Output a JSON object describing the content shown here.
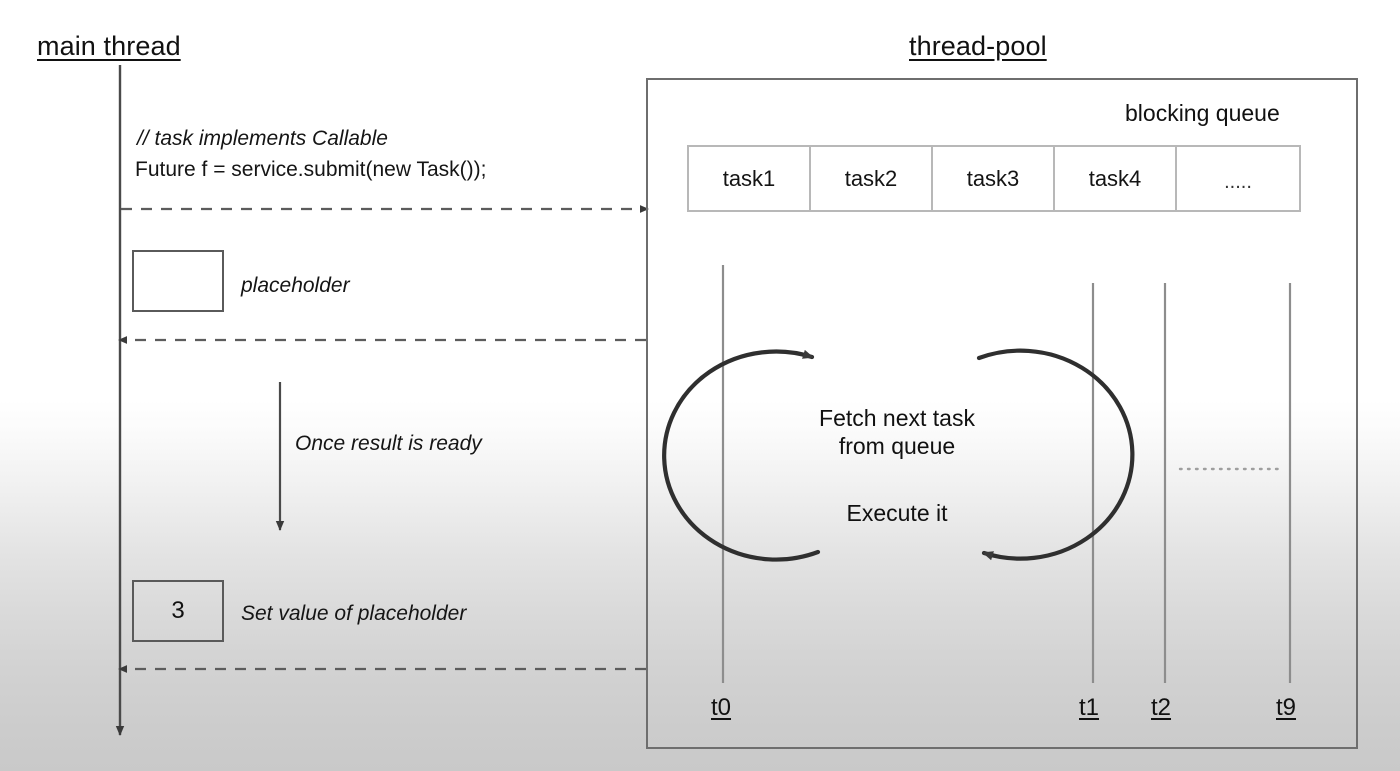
{
  "diagram": {
    "title_left": "main thread",
    "title_right": "thread-pool",
    "main_thread": {
      "code_comment": "// task implements Callable",
      "code_statement": "Future f =  service.submit(new Task());",
      "placeholder_note": "placeholder",
      "placeholder_value": "",
      "once_ready_note": "Once result is ready",
      "result_value": "3",
      "set_value_note": "Set value of placeholder"
    },
    "thread_pool": {
      "queue_label": "blocking queue",
      "queue_cells": [
        "task1",
        "task2",
        "task3",
        "task4",
        "....."
      ],
      "loop_line1": "Fetch next task",
      "loop_line2": "from queue",
      "loop_line3": "Execute it",
      "threads": [
        "t0",
        "t1",
        "t2",
        "t9"
      ]
    }
  },
  "colors": {
    "stroke_dark": "#3a3a3a",
    "stroke_mid": "#5a5a5a",
    "stroke_light": "#b8b8b8",
    "text": "#111111",
    "bg_top": "#ffffff",
    "bg_bottom": "#c9c9c9"
  }
}
